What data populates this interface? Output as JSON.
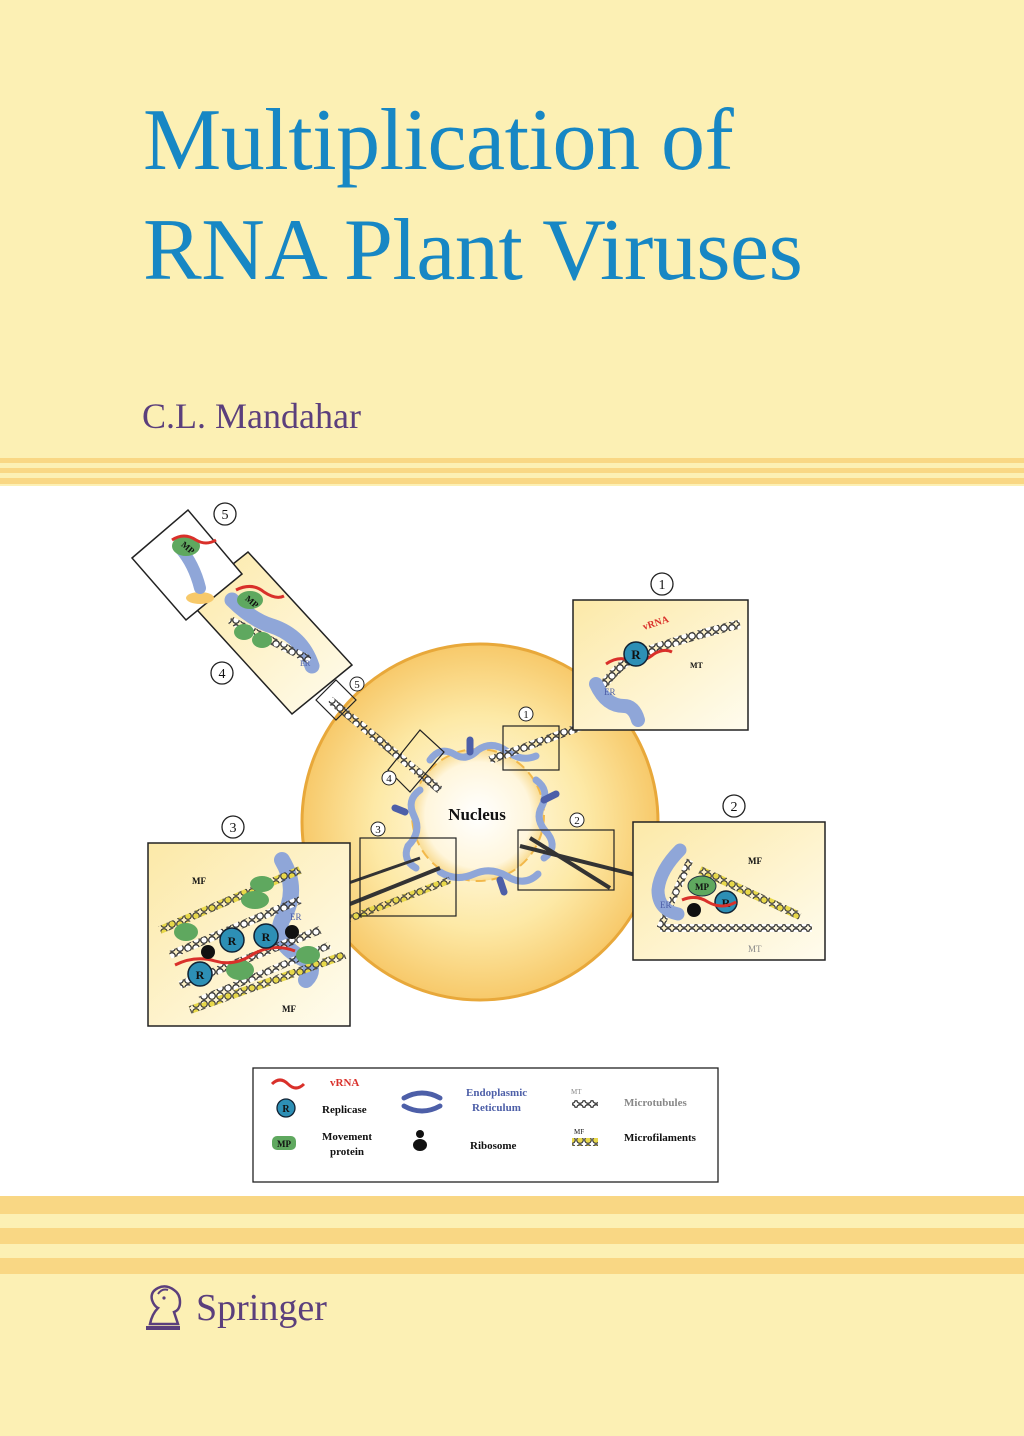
{
  "cover": {
    "title_line1": "Multiplication of",
    "title_line2": "RNA Plant Viruses",
    "author": "C.L. Mandahar",
    "publisher": "Springer"
  },
  "colors": {
    "background": "#fcf0b4",
    "stripe": "#f9d784",
    "title": "#1787c4",
    "author": "#5b3f7c",
    "er": "#8fa6d8",
    "replicase": "#2d8fb5",
    "movement_protein": "#5fa85f",
    "vrna": "#d9302a",
    "microfilament": "#e8d84a"
  },
  "figure": {
    "nucleus_label": "Nucleus",
    "callouts": [
      "1",
      "2",
      "3",
      "4",
      "5"
    ],
    "panel_labels": {
      "vrna": "vRNA",
      "mt": "MT",
      "er": "ER",
      "mf": "MF",
      "mp": "MP",
      "r": "R"
    },
    "legend": {
      "vrna": "vRNA",
      "replicase": "Replicase",
      "movement_protein_line1": "Movement",
      "movement_protein_line2": "protein",
      "er_line1": "Endoplasmic",
      "er_line2": "Reticulum",
      "ribosome": "Ribosome",
      "mt": "MT",
      "microtubules": "Microtubules",
      "mf": "MF",
      "microfilaments": "Microfilaments",
      "r": "R",
      "mp": "MP"
    }
  }
}
